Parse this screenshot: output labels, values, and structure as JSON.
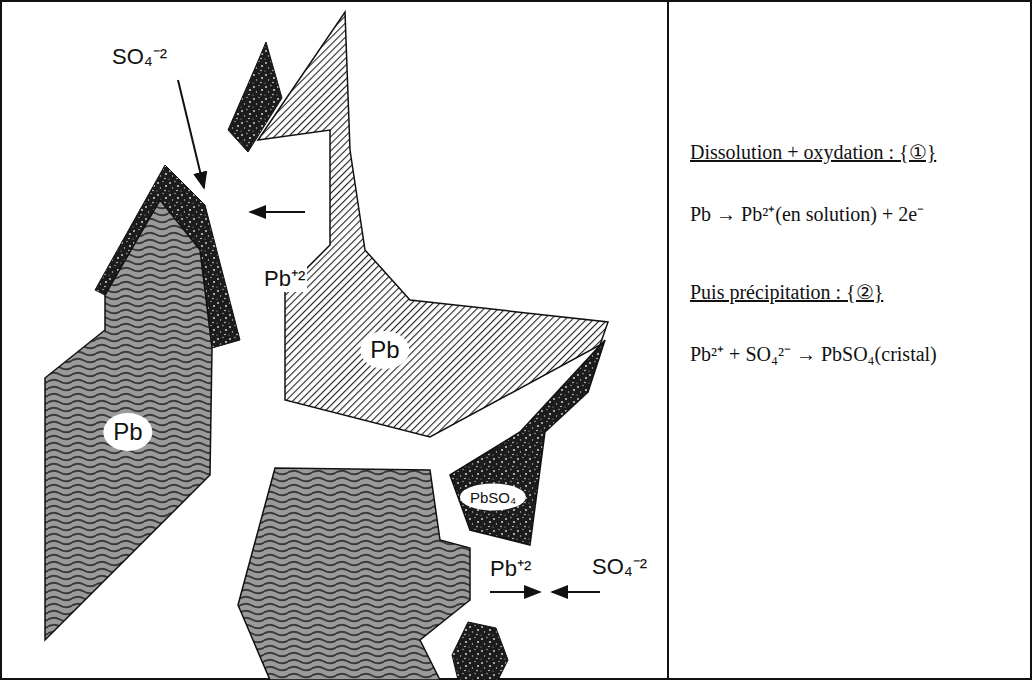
{
  "diagram": {
    "nodes": [
      {
        "text": [
          "Pb"
        ]
      },
      {
        "text": [
          "Pb"
        ]
      },
      {
        "text": [
          "PbSO₄"
        ]
      }
    ],
    "labels": [
      "SO₄⁻²",
      "Pb⁺²",
      "Pb⁺²",
      "SO₄⁻²",
      "Dissolution + oxydation : {①}",
      "Pb → Pb²⁺(en solution) + 2e⁻",
      "Puis précipitation : {②}",
      "Pb²⁺ + SO₄²⁻ → PbSO₄(cristal)"
    ]
  }
}
